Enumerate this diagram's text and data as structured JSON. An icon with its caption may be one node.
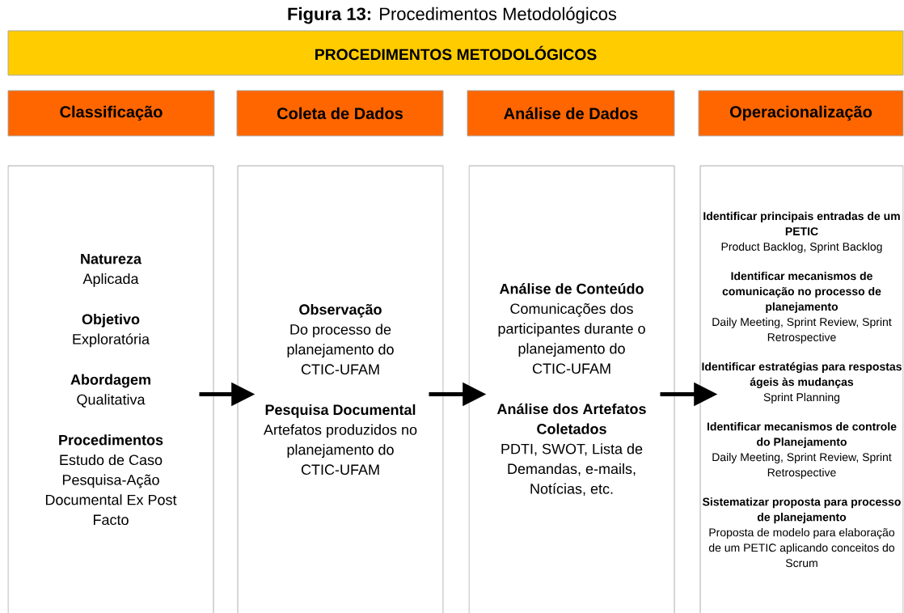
{
  "diagram": {
    "title": "**Figura 13:** Procedimentos Metodológicos",
    "nodes": [
      {
        "text": [
          "PROCEDIMENTOS METODOLÓGICOS"
        ]
      },
      {
        "text": [
          "Classificação"
        ]
      },
      {
        "text": [
          "Coleta de Dados"
        ]
      },
      {
        "text": [
          "Análise de Dados"
        ]
      },
      {
        "text": [
          "Operacionalização"
        ]
      },
      {
        "text": [
          "Natureza",
          "Aplicada",
          "Objetivo",
          "Exploratória",
          "Abordagem",
          "Qualitativa",
          "Procedimentos",
          "Estudo de Caso Pesquisa-Ação Documental Ex Post Facto"
        ]
      },
      {
        "text": [
          "Observação",
          "Do processo de planejamento do CTIC-UFAM",
          "Pesquisa Documental",
          "Artefatos produzidos no planejamento do CTIC-UFAM"
        ]
      },
      {
        "text": [
          "Análise de Conteúdo",
          "Comunicações dos participantes durante o planejamento do CTIC-UFAM",
          "Análise dos Artefatos Coletados",
          "PDTI, SWOT, Lista de Demandas, e-mails, Notícias, etc."
        ]
      },
      {
        "text": [
          "Identificar principais entradas de um PETIC",
          "Product Backlog, Sprint Backlog",
          "Identificar mecanismos de comunicação no processo de planejamento",
          "Daily Meeting, Sprint Review, Sprint Retrospective",
          "Identificar estratégias para respostas ágeis às mudanças",
          "Sprint Planning",
          "Identificar mecanismos de controle do Planejamento",
          "Daily Meeting, Sprint Review, Sprint Retrospective",
          "Sistematizar proposta para processo de planejamento",
          "Proposta de modelo para elaboração de um PETIC aplicando conceitos do Scrum"
        ]
      }
    ],
    "edges": [
      {
        "from": 5,
        "to": 6,
        "arrow": "to"
      },
      {
        "from": 6,
        "to": 7,
        "arrow": "to"
      },
      {
        "from": 7,
        "to": 8,
        "arrow": "to"
      }
    ]
  }
}
